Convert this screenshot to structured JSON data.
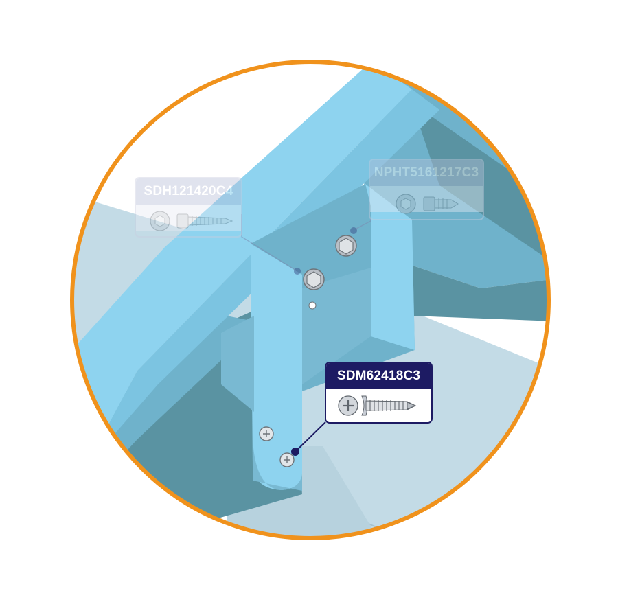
{
  "diagram": {
    "callouts": [
      {
        "id": "sdh",
        "code": "SDH121420C4",
        "state": "faded",
        "head": "hex-washer-head"
      },
      {
        "id": "npht",
        "code": "NPHT5161217C3",
        "state": "faded",
        "head": "hex-washer-head"
      },
      {
        "id": "sdm",
        "code": "SDM62418C3",
        "state": "active",
        "head": "phillips-head"
      }
    ],
    "colors": {
      "frame_ring": "#f0921c",
      "steel_light": "#8ed3ef",
      "steel_mid": "#6fb2cb",
      "steel_dark": "#5a93a2",
      "panel_pale": "#c3dbe6",
      "callout_active": "#1d1b63",
      "callout_faded": "#b7bed8"
    },
    "icons": [
      "hex-washer-head-screw-icon",
      "phillips-head-screw-icon"
    ]
  }
}
